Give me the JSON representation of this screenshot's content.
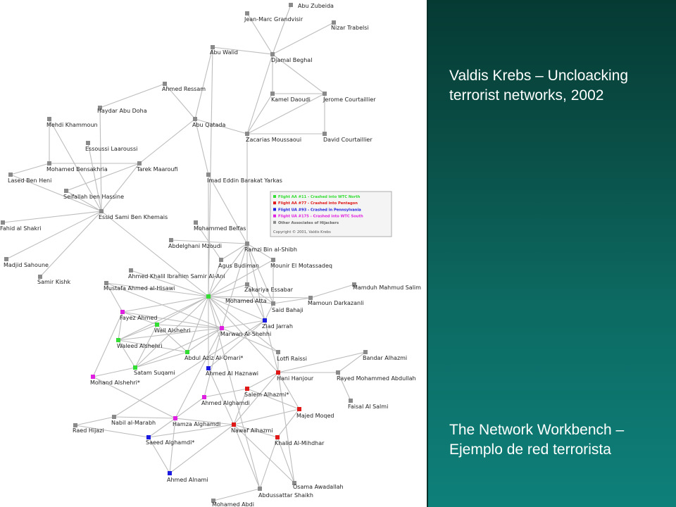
{
  "caption_top": [
    "Valdis Krebs – Uncloacking",
    "terrorist networks, 2002"
  ],
  "caption_bottom": [
    "The Network Workbench –",
    "Ejemplo de red terrorista"
  ],
  "colors": {
    "gray": "#8a8a8a",
    "aa11": "#33dd33",
    "aa77": "#e01818",
    "ua93": "#1a1ae0",
    "ua175": "#e020e0",
    "edge": "#bdbdbd",
    "panel_dark": "#053a33",
    "panel_light": "#0e807a"
  },
  "legend": {
    "entries": [
      {
        "label": "Flight AA #11 - Crashed into WTC North",
        "group": "aa11"
      },
      {
        "label": "Flight AA #77 - Crashed into Pentagon",
        "group": "aa77"
      },
      {
        "label": "Flight UA #93 - Crashed in Pennsylvania",
        "group": "ua93"
      },
      {
        "label": "Flight UA #175 - Crashed into WTC South",
        "group": "ua175"
      },
      {
        "label": "Other Associates of Hijackers",
        "group": "gray"
      }
    ],
    "copyright": "Copyright © 2001, Valdis Krebs"
  },
  "nodes": [
    {
      "id": "abu_zubeida",
      "label": "Abu Zubeida",
      "group": "gray"
    },
    {
      "id": "jean_marc",
      "label": "Jean-Marc Grandvisir",
      "group": "gray"
    },
    {
      "id": "nizar",
      "label": "Nizar Trabelsi",
      "group": "gray"
    },
    {
      "id": "abu_walid",
      "label": "Abu Walid",
      "group": "gray"
    },
    {
      "id": "djamal",
      "label": "Djamal Beghal",
      "group": "gray"
    },
    {
      "id": "ressam",
      "label": "Ahmed Ressam",
      "group": "gray"
    },
    {
      "id": "kamel",
      "label": "Kamel Daoudi",
      "group": "gray"
    },
    {
      "id": "jerome",
      "label": "Jerome Courtaillier",
      "group": "gray"
    },
    {
      "id": "haydar",
      "label": "Haydar Abu Doha",
      "group": "gray"
    },
    {
      "id": "mehdi",
      "label": "Mehdi Khammoun",
      "group": "gray"
    },
    {
      "id": "abu_qatada",
      "label": "Abu Qatada",
      "group": "gray"
    },
    {
      "id": "zacarias",
      "label": "Zacarias Moussaoui",
      "group": "gray"
    },
    {
      "id": "david",
      "label": "David Courtaillier",
      "group": "gray"
    },
    {
      "id": "essoussi",
      "label": "Essoussi Laaroussi",
      "group": "gray"
    },
    {
      "id": "bensakhria",
      "label": "Mohamed Bensakhria",
      "group": "gray"
    },
    {
      "id": "tarek",
      "label": "Tarek Maaroufi",
      "group": "gray"
    },
    {
      "id": "lased",
      "label": "Lased Ben Heni",
      "group": "gray"
    },
    {
      "id": "imad",
      "label": "Imad Eddin Barakat Yarkas",
      "group": "gray"
    },
    {
      "id": "seifallah",
      "label": "Seifallah ben Hassine",
      "group": "gray"
    },
    {
      "id": "essid",
      "label": "Essid Sami Ben Khemais",
      "group": "gray"
    },
    {
      "id": "fahid",
      "label": "Fahid al Shakri",
      "group": "gray"
    },
    {
      "id": "belfas",
      "label": "Mohammed Belfas",
      "group": "gray"
    },
    {
      "id": "mzoudi",
      "label": "Abdelghani Mzoudi",
      "group": "gray"
    },
    {
      "id": "ramzi",
      "label": "Ramzi Bin al-Shibh",
      "group": "gray"
    },
    {
      "id": "madjid",
      "label": "Madjid Sahoune",
      "group": "gray"
    },
    {
      "id": "agus",
      "label": "Agus Budiman",
      "group": "gray"
    },
    {
      "id": "mounir",
      "label": "Mounir El Motassadeq",
      "group": "gray"
    },
    {
      "id": "samir_ani",
      "label": "Ahmed Khalil Ibrahim Samir Al-Ani",
      "group": "gray"
    },
    {
      "id": "samir_kishk",
      "label": "Samir Kishk",
      "group": "gray"
    },
    {
      "id": "mustafa",
      "label": "Mustafa Ahmed al-Hisawi",
      "group": "gray"
    },
    {
      "id": "zakariya",
      "label": "Zakariya Essabar",
      "group": "gray"
    },
    {
      "id": "mamduh",
      "label": "Mamduh Mahmud Salim",
      "group": "gray"
    },
    {
      "id": "atta",
      "label": "Mohamed Atta",
      "group": "aa11"
    },
    {
      "id": "mamoun",
      "label": "Mamoun Darkazanli",
      "group": "gray"
    },
    {
      "id": "bahaji",
      "label": "Said Bahaji",
      "group": "gray"
    },
    {
      "id": "fayez",
      "label": "Fayez Ahmed",
      "group": "ua175"
    },
    {
      "id": "wail",
      "label": "Wail Alshehri",
      "group": "aa11"
    },
    {
      "id": "jarrah",
      "label": "Ziad Jarrah",
      "group": "ua93"
    },
    {
      "id": "marwan",
      "label": "Marwan Al-Shehhi",
      "group": "ua175"
    },
    {
      "id": "waleed",
      "label": "Waleed Alshehri",
      "group": "aa11"
    },
    {
      "id": "omari",
      "label": "Abdul Aziz Al-Omari*",
      "group": "aa11"
    },
    {
      "id": "lotfi",
      "label": "Lotfi Raissi",
      "group": "gray"
    },
    {
      "id": "bandar",
      "label": "Bandar Alhazmi",
      "group": "gray"
    },
    {
      "id": "suqami",
      "label": "Satam Suqami",
      "group": "aa11"
    },
    {
      "id": "haznawi",
      "label": "Ahmed Al Haznawi",
      "group": "ua93"
    },
    {
      "id": "hanjour",
      "label": "Hani Hanjour",
      "group": "aa77"
    },
    {
      "id": "rayed",
      "label": "Rayed Mohammed Abdullah",
      "group": "gray"
    },
    {
      "id": "mohand",
      "label": "Mohand Alshehri*",
      "group": "ua175"
    },
    {
      "id": "salem",
      "label": "Salem Alhazmi*",
      "group": "aa77"
    },
    {
      "id": "ahmed_alghamdi",
      "label": "Ahmed Alghamdi",
      "group": "ua175"
    },
    {
      "id": "faisal",
      "label": "Faisal Al Salmi",
      "group": "gray"
    },
    {
      "id": "majed",
      "label": "Majed Moqed",
      "group": "aa77"
    },
    {
      "id": "nabil",
      "label": "Nabil al-Marabh",
      "group": "gray"
    },
    {
      "id": "hamza",
      "label": "Hamza Alghamdi",
      "group": "ua175"
    },
    {
      "id": "raed",
      "label": "Raed Hijazi",
      "group": "gray"
    },
    {
      "id": "nawaf",
      "label": "Nawaf Alhazmi",
      "group": "aa77"
    },
    {
      "id": "saeed",
      "label": "Saeed Alghamdi*",
      "group": "ua93"
    },
    {
      "id": "khalid",
      "label": "Khalid Al-Mihdhar",
      "group": "aa77"
    },
    {
      "id": "alnami",
      "label": "Ahmed Alnami",
      "group": "ua93"
    },
    {
      "id": "osama",
      "label": "Osama Awadallah",
      "group": "gray"
    },
    {
      "id": "abdussattar",
      "label": "Abdussattar Shaikh",
      "group": "gray"
    },
    {
      "id": "abdi",
      "label": "Mohamed Abdi",
      "group": "gray"
    }
  ],
  "edges": [
    [
      "abu_zubeida",
      "djamal"
    ],
    [
      "jean_marc",
      "djamal"
    ],
    [
      "nizar",
      "djamal"
    ],
    [
      "abu_walid",
      "djamal"
    ],
    [
      "djamal",
      "kamel"
    ],
    [
      "djamal",
      "jerome"
    ],
    [
      "djamal",
      "zacarias"
    ],
    [
      "kamel",
      "jerome"
    ],
    [
      "kamel",
      "zacarias"
    ],
    [
      "jerome",
      "zacarias"
    ],
    [
      "jerome",
      "david"
    ],
    [
      "david",
      "zacarias"
    ],
    [
      "abu_walid",
      "abu_qatada"
    ],
    [
      "abu_qatada",
      "zacarias"
    ],
    [
      "ressam",
      "abu_qatada"
    ],
    [
      "ressam",
      "haydar"
    ],
    [
      "haydar",
      "essid"
    ],
    [
      "mehdi",
      "essid"
    ],
    [
      "mehdi",
      "bensakhria"
    ],
    [
      "essoussi",
      "essid"
    ],
    [
      "bensakhria",
      "tarek"
    ],
    [
      "tarek",
      "essid"
    ],
    [
      "tarek",
      "seifallah"
    ],
    [
      "tarek",
      "abu_qatada"
    ],
    [
      "lased",
      "bensakhria"
    ],
    [
      "lased",
      "essid"
    ],
    [
      "seifallah",
      "essid"
    ],
    [
      "essid",
      "fahid"
    ],
    [
      "essid",
      "madjid"
    ],
    [
      "essid",
      "samir_kishk"
    ],
    [
      "essid",
      "atta"
    ],
    [
      "abu_qatada",
      "imad"
    ],
    [
      "imad",
      "ramzi"
    ],
    [
      "imad",
      "atta"
    ],
    [
      "zacarias",
      "ramzi"
    ],
    [
      "abu_walid",
      "atta"
    ],
    [
      "belfas",
      "agus"
    ],
    [
      "mzoudi",
      "ramzi"
    ],
    [
      "ramzi",
      "agus"
    ],
    [
      "ramzi",
      "mounir"
    ],
    [
      "ramzi",
      "zakariya"
    ],
    [
      "ramzi",
      "atta"
    ],
    [
      "ramzi",
      "bahaji"
    ],
    [
      "ramzi",
      "marwan"
    ],
    [
      "ramzi",
      "jarrah"
    ],
    [
      "agus",
      "atta"
    ],
    [
      "mounir",
      "bahaji"
    ],
    [
      "mounir",
      "atta"
    ],
    [
      "zakariya",
      "atta"
    ],
    [
      "zakariya",
      "bahaji"
    ],
    [
      "zakariya",
      "jarrah"
    ],
    [
      "samir_ani",
      "atta"
    ],
    [
      "mustafa",
      "atta"
    ],
    [
      "mustafa",
      "marwan"
    ],
    [
      "mustafa",
      "fayez"
    ],
    [
      "atta",
      "bahaji"
    ],
    [
      "atta",
      "jarrah"
    ],
    [
      "atta",
      "marwan"
    ],
    [
      "atta",
      "fayez"
    ],
    [
      "atta",
      "wail"
    ],
    [
      "atta",
      "waleed"
    ],
    [
      "atta",
      "omari"
    ],
    [
      "atta",
      "suqami"
    ],
    [
      "atta",
      "haznawi"
    ],
    [
      "atta",
      "hanjour"
    ],
    [
      "atta",
      "lotfi"
    ],
    [
      "atta",
      "mamoun"
    ],
    [
      "mamoun",
      "bahaji"
    ],
    [
      "mamoun",
      "mamduh"
    ],
    [
      "bahaji",
      "jarrah"
    ],
    [
      "marwan",
      "jarrah"
    ],
    [
      "marwan",
      "fayez"
    ],
    [
      "marwan",
      "wail"
    ],
    [
      "marwan",
      "waleed"
    ],
    [
      "marwan",
      "omari"
    ],
    [
      "marwan",
      "suqami"
    ],
    [
      "marwan",
      "hamza"
    ],
    [
      "marwan",
      "ahmed_alghamdi"
    ],
    [
      "marwan",
      "lotfi"
    ],
    [
      "fayez",
      "wail"
    ],
    [
      "fayez",
      "waleed"
    ],
    [
      "fayez",
      "mohand"
    ],
    [
      "wail",
      "waleed"
    ],
    [
      "wail",
      "omari"
    ],
    [
      "wail",
      "suqami"
    ],
    [
      "waleed",
      "omari"
    ],
    [
      "waleed",
      "suqami"
    ],
    [
      "omari",
      "suqami"
    ],
    [
      "suqami",
      "mohand"
    ],
    [
      "jarrah",
      "haznawi"
    ],
    [
      "jarrah",
      "hanjour"
    ],
    [
      "lotfi",
      "hanjour"
    ],
    [
      "hanjour",
      "bandar"
    ],
    [
      "hanjour",
      "rayed"
    ],
    [
      "hanjour",
      "majed"
    ],
    [
      "hanjour",
      "salem"
    ],
    [
      "hanjour",
      "nawaf"
    ],
    [
      "rayed",
      "bandar"
    ],
    [
      "rayed",
      "faisal"
    ],
    [
      "salem",
      "nawaf"
    ],
    [
      "salem",
      "majed"
    ],
    [
      "salem",
      "ahmed_alghamdi"
    ],
    [
      "majed",
      "nawaf"
    ],
    [
      "majed",
      "khalid"
    ],
    [
      "nawaf",
      "khalid"
    ],
    [
      "nawaf",
      "hamza"
    ],
    [
      "nawaf",
      "saeed"
    ],
    [
      "nawaf",
      "osama"
    ],
    [
      "nawaf",
      "abdussattar"
    ],
    [
      "khalid",
      "osama"
    ],
    [
      "khalid",
      "abdussattar"
    ],
    [
      "hamza",
      "ahmed_alghamdi"
    ],
    [
      "hamza",
      "saeed"
    ],
    [
      "hamza",
      "nabil"
    ],
    [
      "hamza",
      "alnami"
    ],
    [
      "hamza",
      "mohand"
    ],
    [
      "saeed",
      "alnami"
    ],
    [
      "saeed",
      "raed"
    ],
    [
      "nabil",
      "raed"
    ],
    [
      "nabil",
      "jarrah"
    ],
    [
      "alnami",
      "nawaf"
    ],
    [
      "abdussattar",
      "abdi"
    ],
    [
      "abdussattar",
      "atta"
    ],
    [
      "haznawi",
      "nawaf"
    ],
    [
      "osama",
      "hanjour"
    ]
  ]
}
